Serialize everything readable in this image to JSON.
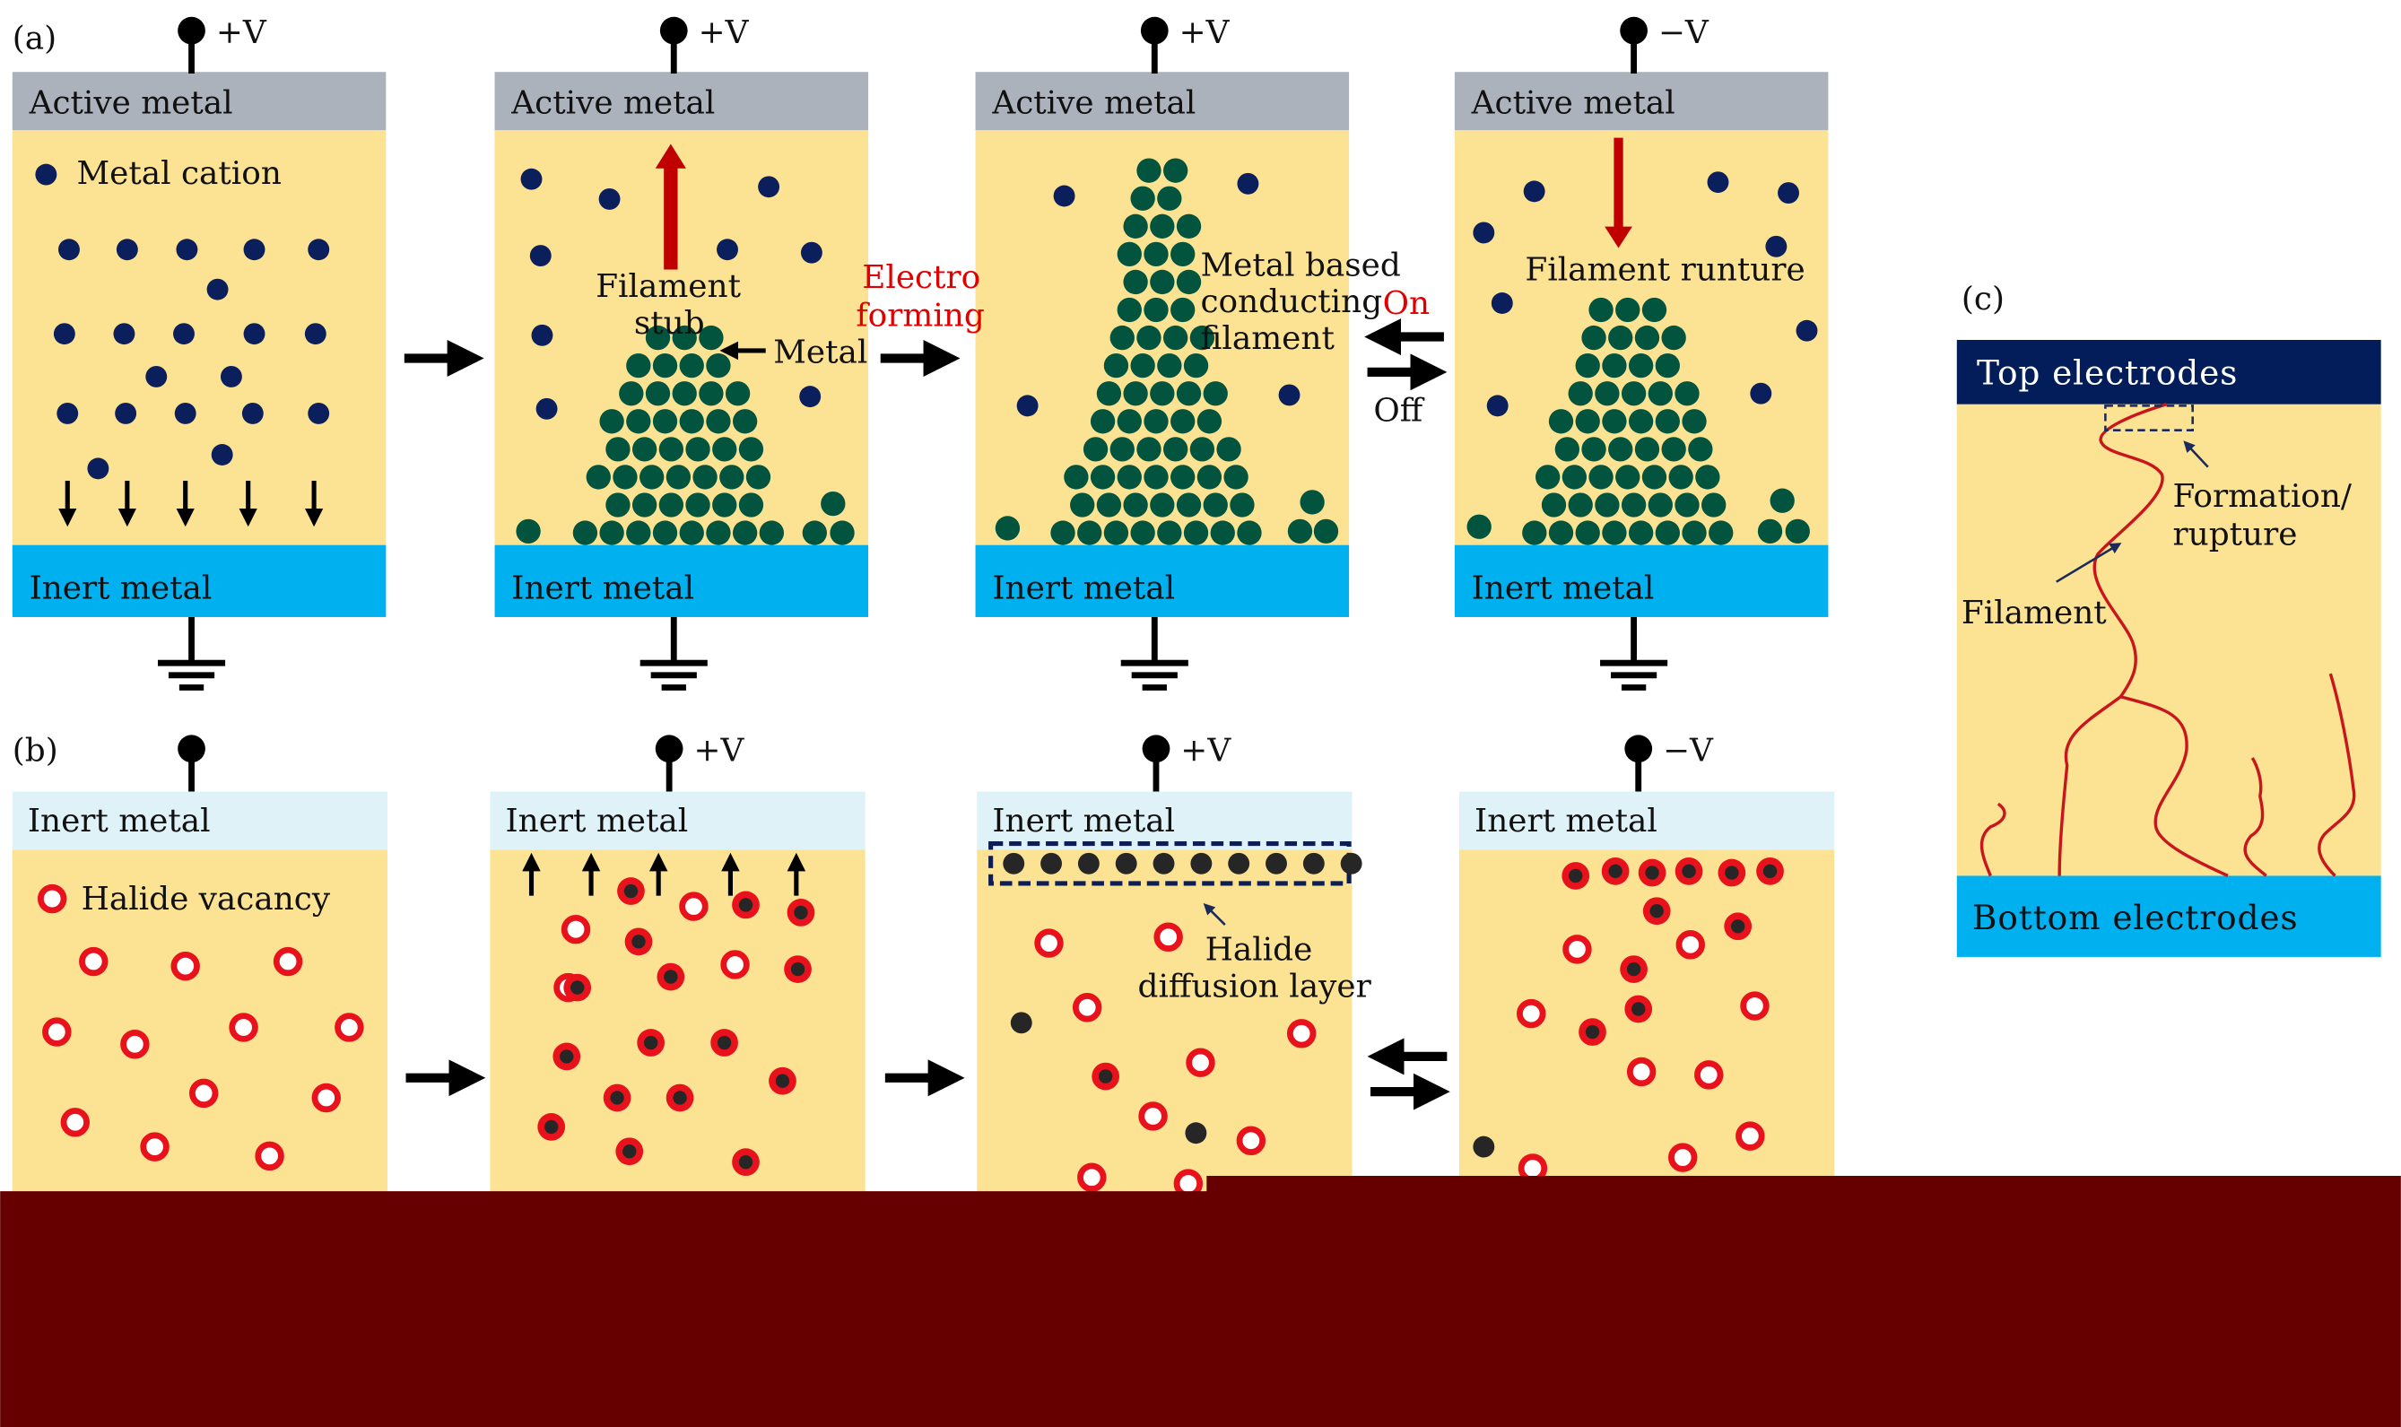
{
  "panel_a": {
    "label": "(a)",
    "colors": {
      "active": "#abb2bb",
      "medium": "#fce293",
      "inert": "#00b0ef",
      "cation": "#0b1f5c",
      "metal": "#02543f",
      "arrow_red": "#c00000"
    },
    "cells": [
      {
        "voltage": "+V",
        "top": "Active metal",
        "bottom": "Inert metal",
        "legend": "Metal cation"
      },
      {
        "voltage": "+V",
        "top": "Active metal",
        "bottom": "Inert metal",
        "annot1": "Filament",
        "annot2": "stub",
        "annot3": "Metal"
      },
      {
        "voltage": "+V",
        "top": "Active metal",
        "bottom": "Inert metal",
        "annot1": "Metal based",
        "annot2": "conducting",
        "annot3": "filament"
      },
      {
        "voltage": "−V",
        "top": "Active metal",
        "bottom": "Inert metal",
        "annot1": "Filament runture"
      }
    ],
    "transition": {
      "line1": "Electro",
      "line2": "forming"
    },
    "switch": {
      "on": "On",
      "off": "Off"
    }
  },
  "panel_b": {
    "label": "(b)",
    "colors": {
      "inert": "#dff2f8",
      "vacancy": "#e8121c",
      "halide": "#262626"
    },
    "cells": [
      {
        "voltage": "",
        "top": "Inert metal",
        "legend": "Halide vacancy"
      },
      {
        "voltage": "+V",
        "top": "Inert metal"
      },
      {
        "voltage": "+V",
        "top": "Inert metal",
        "annot1": "Halide",
        "annot2": "diffusion layer"
      },
      {
        "voltage": "−V",
        "top": "Inert metal"
      }
    ]
  },
  "panel_c": {
    "label": "(c)",
    "top": "Top electrodes",
    "bottom": "Bottom electrodes",
    "filament": "Filament",
    "formation1": "Formation/",
    "formation2": "rupture",
    "colors": {
      "top": "#031d5b",
      "filament": "#c8161d"
    }
  }
}
